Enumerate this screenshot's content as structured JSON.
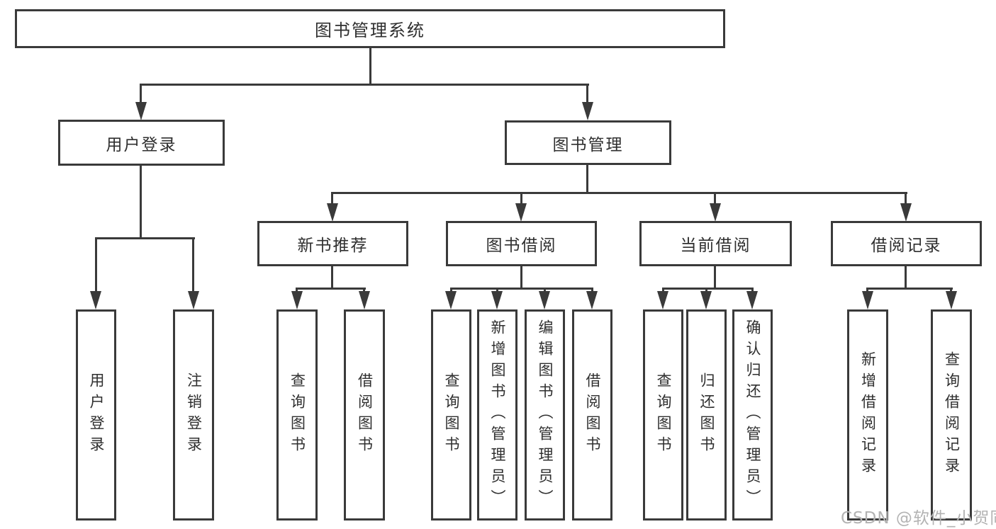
{
  "diagram": {
    "type": "hierarchy-tree",
    "root": {
      "label": "图书管理系统"
    },
    "branches": [
      {
        "label": "用户登录",
        "children": [
          {
            "label": "用户登录"
          },
          {
            "label": "注销登录"
          }
        ]
      },
      {
        "label": "图书管理",
        "children": [
          {
            "label": "新书推荐",
            "children": [
              {
                "label": "查询图书"
              },
              {
                "label": "借阅图书"
              }
            ]
          },
          {
            "label": "图书借阅",
            "children": [
              {
                "label": "查询图书"
              },
              {
                "label": "新增图书（管理员）"
              },
              {
                "label": "编辑图书（管理员）"
              },
              {
                "label": "借阅图书"
              }
            ]
          },
          {
            "label": "当前借阅",
            "children": [
              {
                "label": "查询图书"
              },
              {
                "label": "归还图书"
              },
              {
                "label": "确认归还（管理员）"
              }
            ]
          },
          {
            "label": "借阅记录",
            "children": [
              {
                "label": "新增借阅记录"
              },
              {
                "label": "查询借阅记录"
              }
            ]
          }
        ]
      }
    ]
  },
  "watermark": {
    "text": "CSDN @软件_小贺同学"
  },
  "colors": {
    "line": "#3a3a3a",
    "text": "#2f2f2f",
    "watermark": "#b3b3b3",
    "background": "#ffffff"
  }
}
